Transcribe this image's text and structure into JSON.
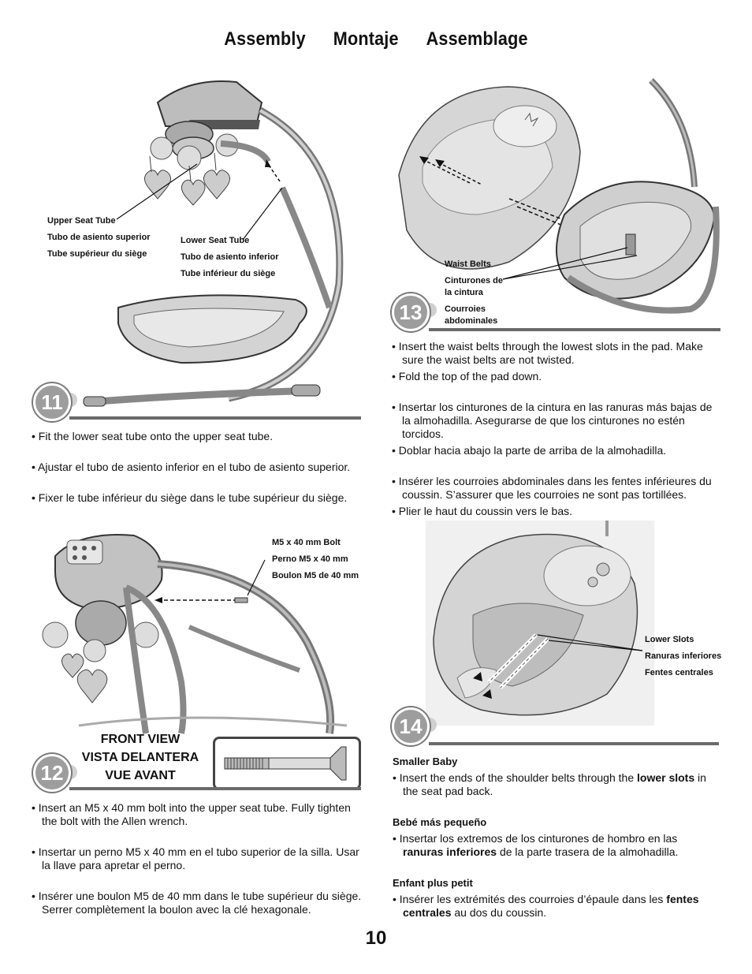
{
  "header": {
    "title_en": "Assembly",
    "title_es": "Montaje",
    "title_fr": "Assemblage"
  },
  "step11": {
    "number": "11",
    "label_upper": [
      "Upper Seat Tube",
      "Tubo de asiento superior",
      "Tube supérieur du siège"
    ],
    "label_lower": [
      "Lower Seat Tube",
      "Tubo de asiento inferior",
      "Tube inférieur du siège"
    ],
    "text": [
      "• Fit the lower seat tube onto the upper seat tube.",
      "• Ajustar el tubo de asiento inferior en el tubo de asiento superior.",
      "• Fixer le tube inférieur du siège dans le tube supérieur du siège."
    ]
  },
  "step12": {
    "number": "12",
    "label_bolt": [
      "M5 x 40 mm Bolt",
      "Perno M5 x 40 mm",
      "Boulon M5 de 40 mm"
    ],
    "front_view": [
      "FRONT VIEW",
      "VISTA DELANTERA",
      "VUE AVANT"
    ],
    "text": [
      "• Insert an M5 x 40 mm bolt into the upper seat tube. Fully tighten the bolt with the Allen wrench.",
      "• Insertar un perno M5 x 40 mm en el tubo superior de la silla. Usar la llave para apretar el perno.",
      "• Insérer une boulon M5 de 40 mm dans le tube supérieur du siège. Serrer complètement la boulon avec la clé hexagonale."
    ]
  },
  "step13": {
    "number": "13",
    "label_belts": [
      "Waist Belts",
      "Cinturones de",
      "la cintura",
      "Courroies",
      "abdominales"
    ],
    "text": [
      "• Insert the waist belts through the lowest slots in the pad. Make sure the waist belts are not twisted.",
      "• Fold the top of the pad down.",
      "• Insertar los cinturones de la cintura en las ranuras más bajas de la almohadilla. Asegurarse de que los cinturones no estén torcidos.",
      "• Doblar hacia abajo la parte de arriba de la almohadilla.",
      "• Insérer les courroies abdominales dans les fentes inférieures du coussin. S’assurer que les courroies ne sont pas tortillées.",
      "• Plier le haut du coussin vers le bas."
    ]
  },
  "step14": {
    "number": "14",
    "label_slots": [
      "Lower Slots",
      "Ranuras inferiores",
      "Fentes centrales"
    ],
    "en": {
      "heading": "Smaller Baby",
      "pre": "• Insert the ends of the shoulder belts through the ",
      "bold": "lower slots",
      "post": " in the seat pad back."
    },
    "es": {
      "heading": "Bebé más pequeño",
      "pre": "• Insertar los extremos de los cinturones de hombro en las ",
      "bold": "ranuras inferiores",
      "post": " de la parte trasera de la almohadilla."
    },
    "fr": {
      "heading": "Enfant plus petit",
      "pre": "• Insérer les extrémités des courroies d’épaule dans les ",
      "bold": "fentes centrales",
      "post": " au dos du coussin."
    }
  },
  "footer": {
    "page_number": "10"
  }
}
